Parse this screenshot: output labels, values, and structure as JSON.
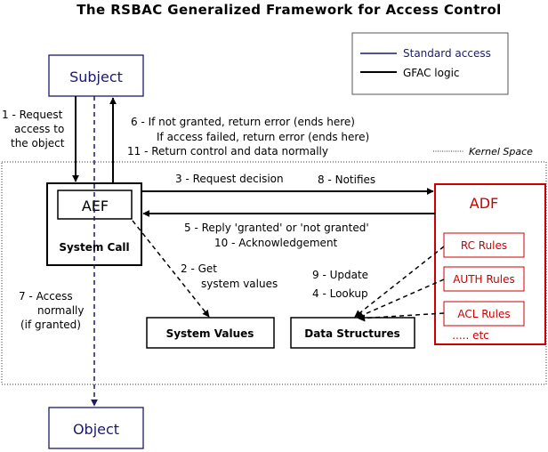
{
  "title": "The RSBAC  Generalized Framework for Access Control",
  "legend": {
    "standard_access": "Standard access",
    "gfac_logic": "GFAC logic"
  },
  "kernel_space_label": "Kernel Space",
  "nodes": {
    "subject": "Subject",
    "object": "Object",
    "aef": "AEF",
    "system_call": "System Call",
    "adf": "ADF",
    "system_values": "System Values",
    "data_structures": "Data Structures",
    "rc_rules": "RC Rules",
    "auth_rules": "AUTH Rules",
    "acl_rules": "ACL Rules",
    "etc": "..... etc"
  },
  "steps": {
    "s1": [
      "1 - Request",
      "access to",
      "the object"
    ],
    "s2": [
      "2 - Get",
      "system values"
    ],
    "s3": "3 - Request decision",
    "s4": "4 - Lookup",
    "s5": "5 - Reply 'granted' or 'not granted'",
    "s6": [
      "6  - If not granted, return error (ends here)",
      "If access failed, return error (ends here)"
    ],
    "s7": [
      "7 -   Access",
      "normally",
      "(if granted)"
    ],
    "s8": "8 - Notifies",
    "s9": "9 - Update",
    "s10": "10 - Acknowledgement",
    "s11": "11 - Return control and data normally"
  },
  "colors": {
    "standard_access": "#1a1a6e",
    "gfac_logic": "#000000",
    "adf": "#cc0000"
  }
}
